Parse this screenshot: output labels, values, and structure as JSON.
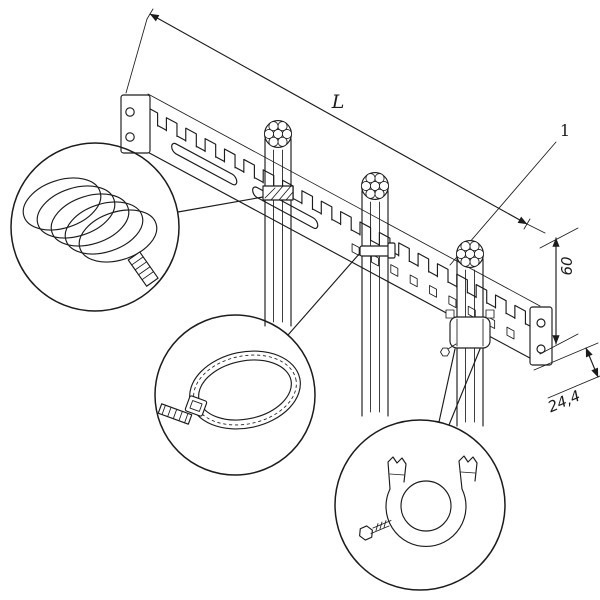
{
  "drawing": {
    "title": "cable-routing-rail-technical-drawing",
    "labels": {
      "length": "L",
      "item": "1",
      "height": "60",
      "depth": "24,4"
    },
    "colors": {
      "line": "#1c1c1c",
      "background": "#ffffff"
    },
    "parts": {
      "rail": "slotted-cable-routing-rail",
      "left_end": "mounting-flange-with-two-holes",
      "right_end": "mounting-flange-with-two-holes",
      "cables": "three-cable-bundles",
      "detail_top_left": "spiral-cable-wrap",
      "detail_middle": "cable-tie",
      "detail_bottom_right": "cable-clamp-with-screw"
    }
  }
}
